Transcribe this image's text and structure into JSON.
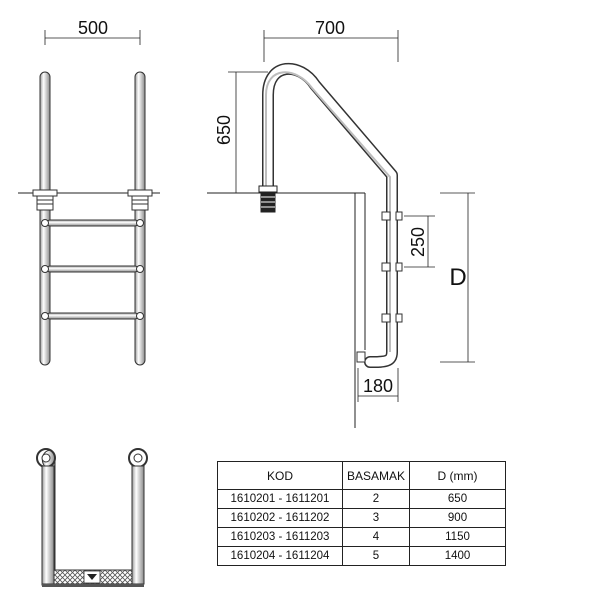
{
  "dimensions": {
    "width_front": "500",
    "width_side": "700",
    "height_above": "650",
    "step_spacing": "250",
    "depth": "D",
    "bottom_offset": "180"
  },
  "table": {
    "headers": [
      "KOD",
      "BASAMAK",
      "D (mm)"
    ],
    "rows": [
      {
        "kod": "1610201 - 1611201",
        "basamak": "2",
        "d": "650"
      },
      {
        "kod": "1610202 - 1611202",
        "basamak": "3",
        "d": "900"
      },
      {
        "kod": "1610203 - 1611203",
        "basamak": "4",
        "d": "1150"
      },
      {
        "kod": "1610204 - 1611204",
        "basamak": "5",
        "d": "1400"
      }
    ]
  }
}
